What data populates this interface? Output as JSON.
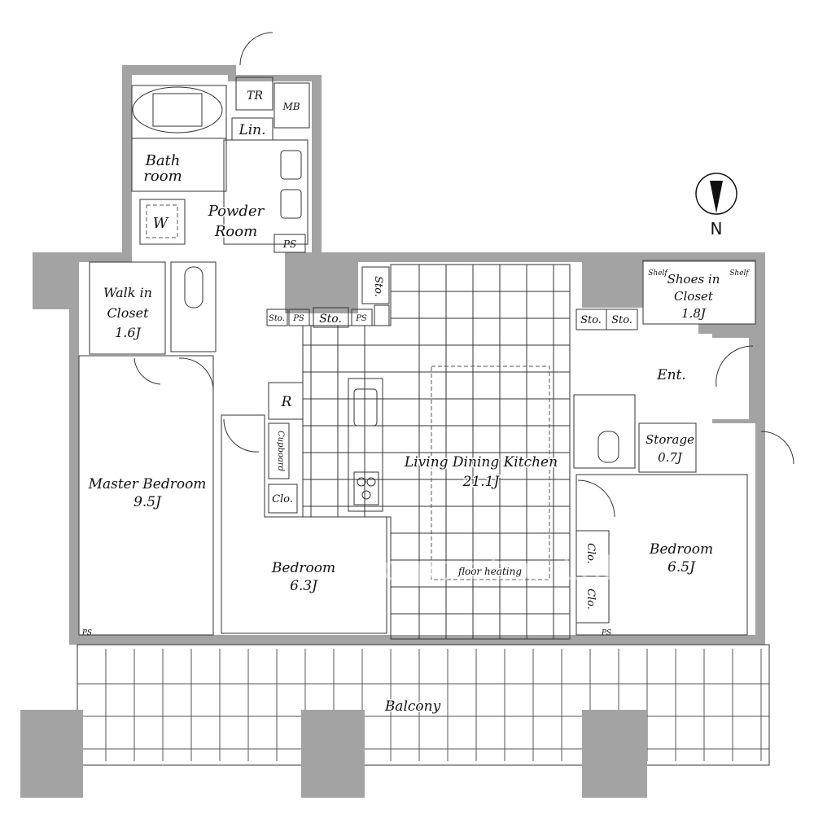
{
  "rooms": {
    "bath": {
      "line1": "Bath",
      "line2": "room"
    },
    "powder": {
      "line1": "Powder",
      "line2": "Room"
    },
    "washer": "W",
    "trunk_room": "TR",
    "meter_box": "MB",
    "linen": "Lin.",
    "pipe_space": "PS",
    "walk_in_closet": {
      "line1": "Walk in",
      "line2": "Closet",
      "size": "1.6J"
    },
    "master_bedroom": {
      "name": "Master Bedroom",
      "size": "9.5J"
    },
    "bedroom_2": {
      "name": "Bedroom",
      "size": "6.3J"
    },
    "ldk": {
      "name": "Living Dining Kitchen",
      "size": "21.1J",
      "note": "floor heating"
    },
    "bedroom_3": {
      "name": "Bedroom",
      "size": "6.5J"
    },
    "shoes_closet": {
      "line1": "Shoes in",
      "line2": "Closet",
      "size": "1.8J",
      "shelf": "Shelf"
    },
    "entrance": "Ent.",
    "storage": {
      "name": "Storage",
      "size": "0.7J"
    },
    "storage_short": "Sto.",
    "refrigerator": "R",
    "cupboard": "Cupboard",
    "closet_short": "Clo.",
    "balcony": "Balcony"
  },
  "compass": {
    "label": "N"
  },
  "watermark": "Ken Corporation Ltd.",
  "colors": {
    "wall": "#a3a3a3",
    "wet": "#c9ece8",
    "storage": "#f1ea9f",
    "bedroom": "#f1e3c2",
    "ldk": "#f8d5d5"
  }
}
